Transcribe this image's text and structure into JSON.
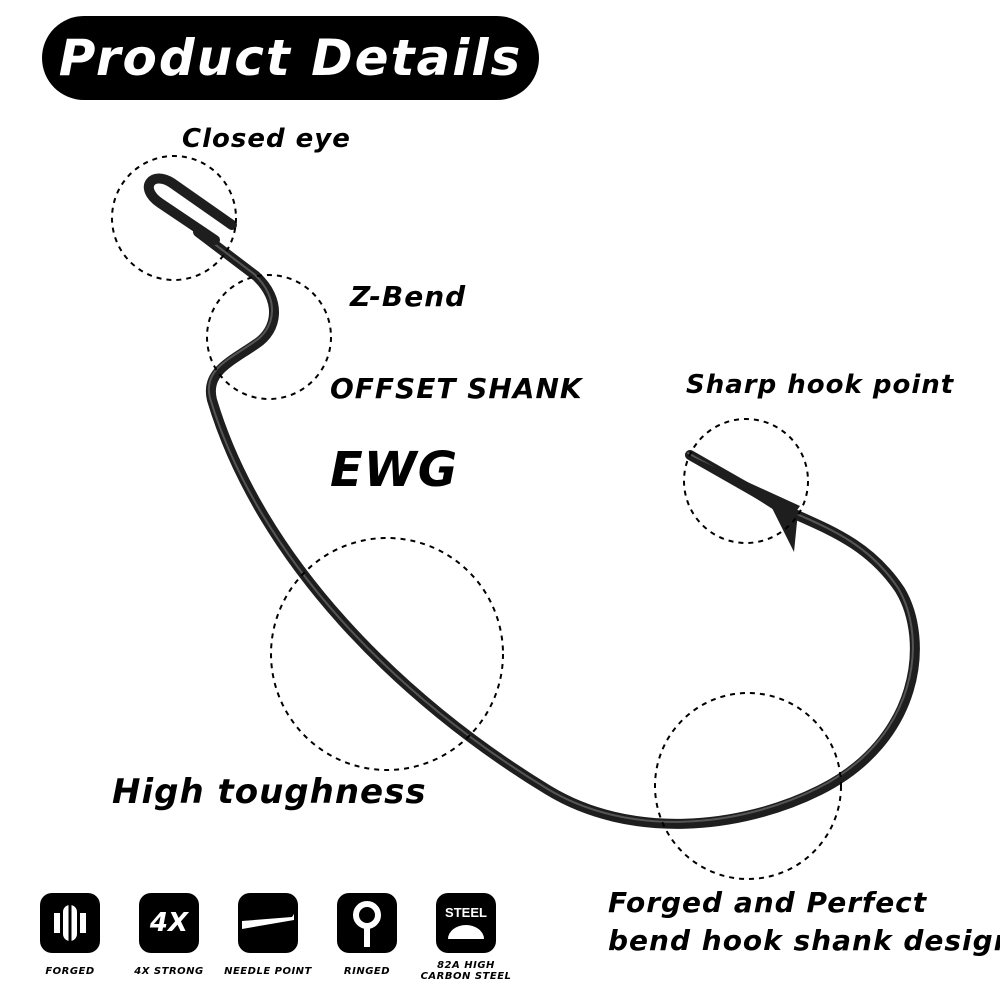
{
  "header": {
    "title": "Product Details"
  },
  "callouts": {
    "closed_eye": "Closed eye",
    "z_bend": "Z-Bend",
    "offset_shank": "OFFSET SHANK",
    "ewg": "EWG",
    "sharp_point": "Sharp hook point",
    "toughness": "High toughness",
    "forged_line1": "Forged and Perfect",
    "forged_line2": "bend hook shank design"
  },
  "badges": {
    "forged": {
      "icon": "forged-icon",
      "caption": "FORGED"
    },
    "strong": {
      "icon": "strength-icon",
      "glyph": "4X",
      "caption": "4X STRONG"
    },
    "needle": {
      "icon": "needle-point-icon",
      "caption": "NEEDLE POINT"
    },
    "ringed": {
      "icon": "ring-icon",
      "caption": "RINGED"
    },
    "steel": {
      "icon": "steel-icon",
      "glyph": "STEEL",
      "caption_line1": "82A HIGH",
      "caption_line2": "CARBON STEEL"
    }
  },
  "colors": {
    "banner": "#000000",
    "hook": "#1e1e1e",
    "text": "#000000"
  }
}
